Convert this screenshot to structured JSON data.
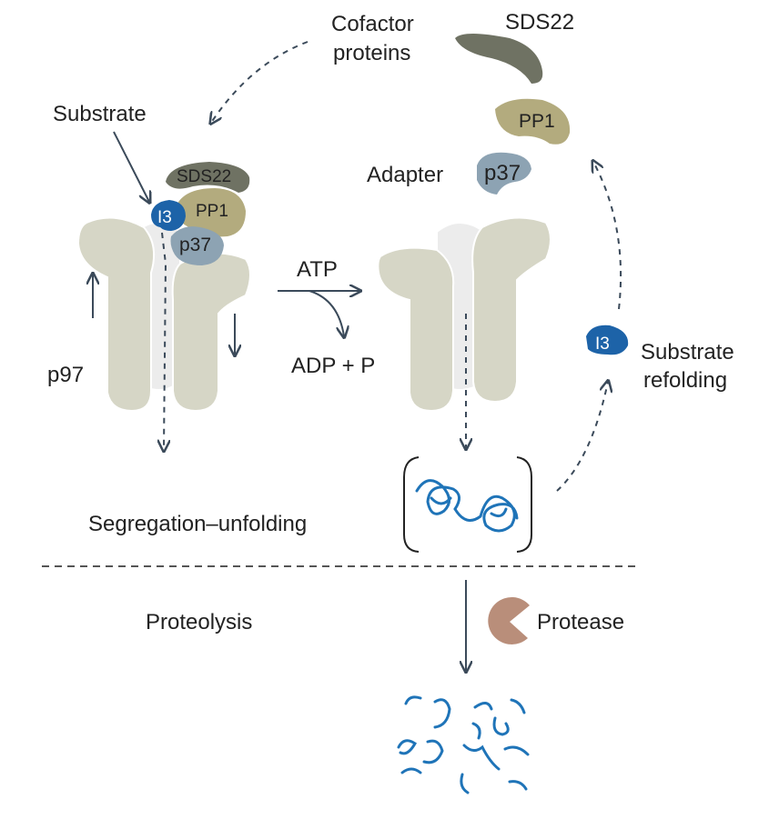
{
  "labels": {
    "cofactor_line1": "Cofactor",
    "cofactor_line2": "proteins",
    "sds22_top": "SDS22",
    "sds22_complex": "SDS22",
    "substrate": "Substrate",
    "pp1_top": "PP1",
    "pp1_complex": "PP1",
    "adapter": "Adapter",
    "p37_top": "p37",
    "p37_complex": "p37",
    "i3_complex": "I3",
    "i3_free": "I3",
    "atp": "ATP",
    "adp": "ADP + P",
    "p97": "p97",
    "substrate_refolding_line1": "Substrate",
    "substrate_refolding_line2": "refolding",
    "segregation": "Segregation–unfolding",
    "proteolysis": "Proteolysis",
    "protease": "Protease"
  },
  "colors": {
    "sds22": "#6f7263",
    "pp1": "#b3ab7e",
    "p37": "#8da3b3",
    "i3": "#1d63a8",
    "p97_body": "#d6d6c6",
    "p97_back": "#ececec",
    "protease": "#b98e7a",
    "arrow": "#3b4a5a",
    "protein_chain": "#1f74b8",
    "text": "#222222"
  },
  "icons": {
    "protease": "pacman-protease-icon",
    "unfolded": "tangled-chain-icon",
    "fragments": "peptide-fragments-icon"
  }
}
